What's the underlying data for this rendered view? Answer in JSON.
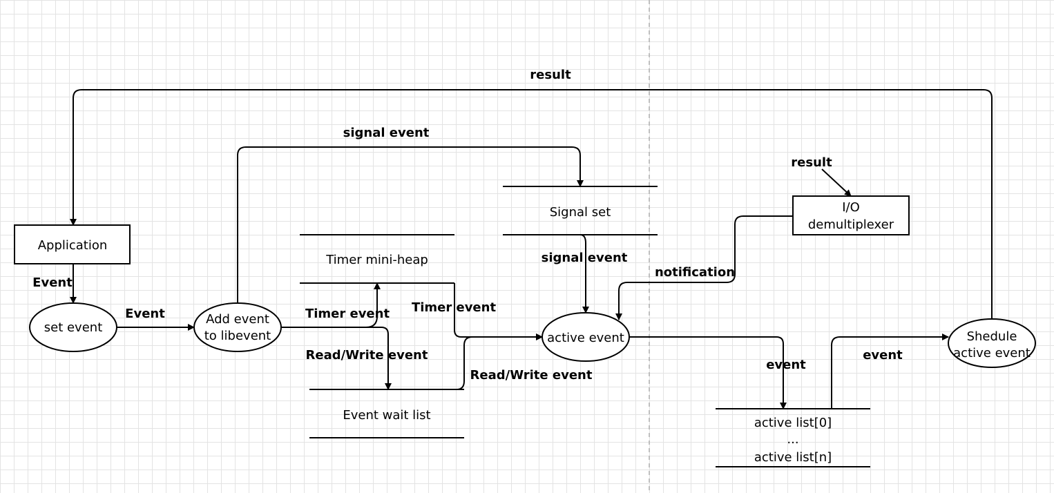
{
  "nodes": {
    "application": "Application",
    "set_event": "set event",
    "add_event_1": "Add event",
    "add_event_2": "to libevent",
    "timer_heap": "Timer mini-heap",
    "event_wait_list": "Event wait list",
    "signal_set": "Signal set",
    "active_event": "active event",
    "io_demux_1": "I/O",
    "io_demux_2": "demultiplexer",
    "schedule_1": "Shedule",
    "schedule_2": "active event",
    "active_list_0": "active list[0]",
    "active_list_dots": "...",
    "active_list_n": "active list[n]"
  },
  "edges": {
    "result_top": "result",
    "signal_event_top": "signal event",
    "event_app_to_set": "Event",
    "event_set_to_add": "Event",
    "timer_event_add": "Timer event",
    "read_write_event_add": "Read/Write event",
    "timer_event_heap": "Timer event",
    "read_write_event_wait": "Read/Write event",
    "signal_event_set": "signal event",
    "notification": "notification",
    "result_io": "result",
    "event_to_list": "event",
    "event_to_schedule": "event"
  }
}
